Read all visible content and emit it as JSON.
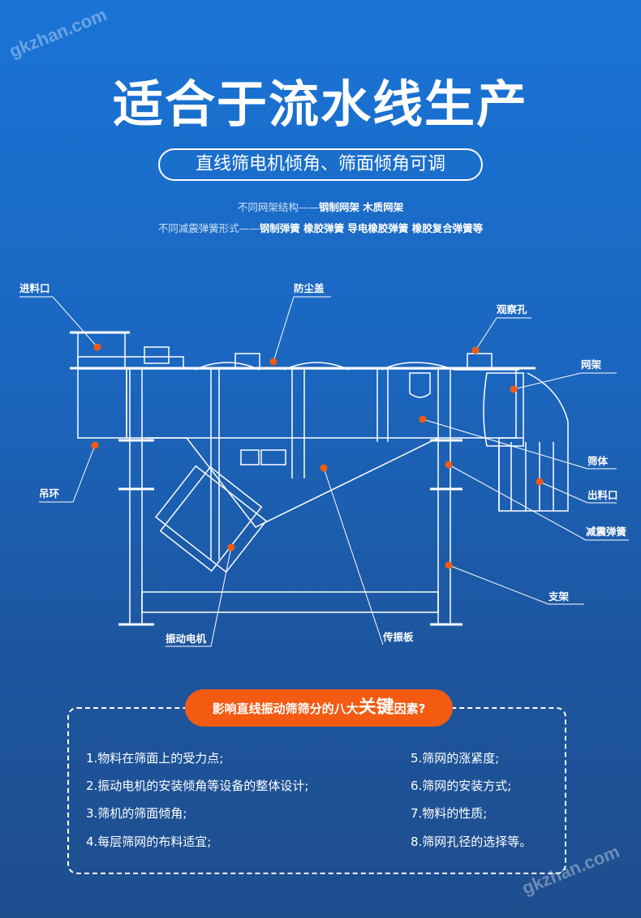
{
  "watermark": "gkzhan.com",
  "title": "适合于流水线生产",
  "subtitle": "直线筛电机倾角、筛面倾角可调",
  "line1": {
    "label": "不同网架结构——",
    "value": "钢制网架  木质网架"
  },
  "line2": {
    "label": "不同减震弹簧形式——",
    "value": "钢制弹簧  橡胶弹簧  导电橡胶弹簧  橡胶复合弹簧等"
  },
  "labels": {
    "inlet": "进料口",
    "dust_cover": "防尘盖",
    "observation_hole": "观察孔",
    "screen_frame": "网架",
    "screen_body": "筛体",
    "outlet": "出料口",
    "damping_spring": "减震弹簧",
    "support": "支架",
    "transmission_plate": "传振板",
    "vibration_motor": "振动电机",
    "lifting_ring": "吊环"
  },
  "factors": {
    "heading_pre": "影响直线振动筛筛分的八大",
    "heading_key": "关键",
    "heading_post": "因素?",
    "items": [
      "1.物料在筛面上的受力点;",
      "2.振动电机的安装倾角等设备的整体设计;",
      "3.筛机的筛面倾角;",
      "4.每层筛网的布料适宜;",
      "5.筛网的涨紧度;",
      "6.筛网的安装方式;",
      "7.物料的性质;",
      "8.筛网孔径的选择等。"
    ]
  },
  "colors": {
    "accent": "#f35a12",
    "bg_top": "#1a74d6",
    "bg_bottom": "#1e4e8e"
  }
}
